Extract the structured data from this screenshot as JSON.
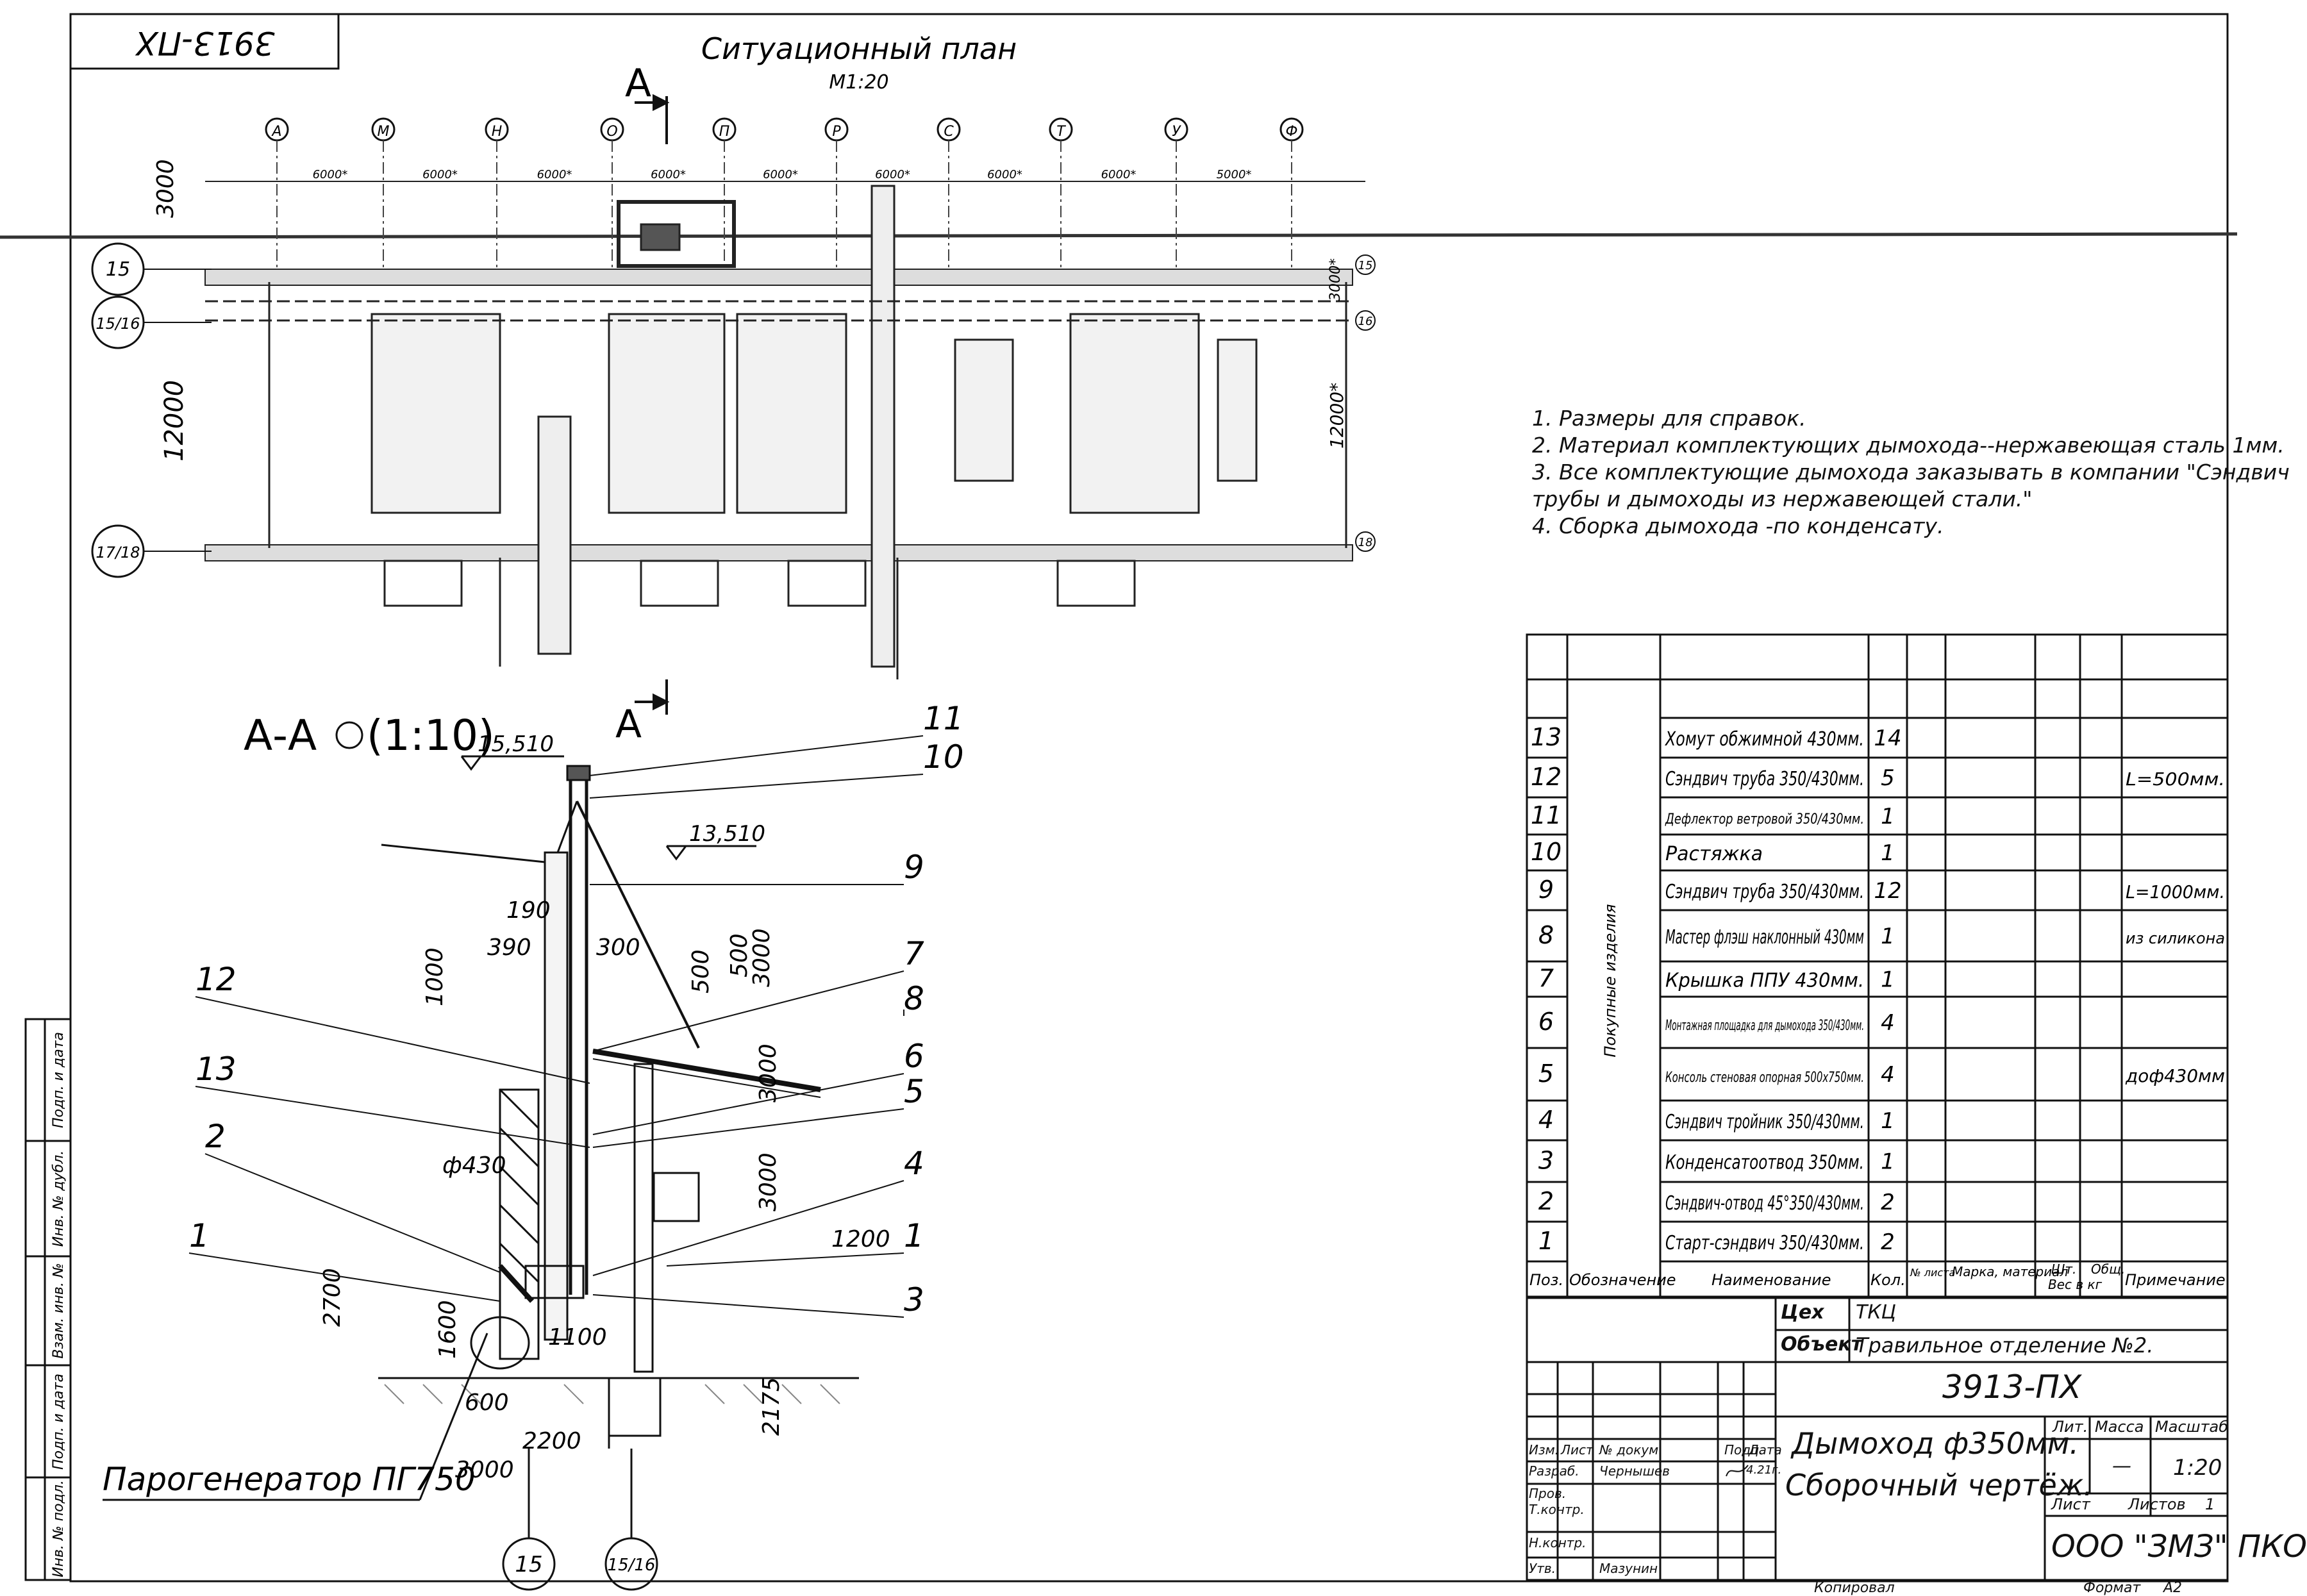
{
  "drawing_code_stamp": "3913-ПХ",
  "situation_plan": {
    "title": "Ситуационный план",
    "scale": "М1:20",
    "section_mark": "А",
    "grid_axes_top": [
      "А",
      "М",
      "Н",
      "О",
      "П",
      "Р",
      "С",
      "Т",
      "У",
      "Ф"
    ],
    "spans": [
      "6000*",
      "6000*",
      "6000*",
      "6000*",
      "6000*",
      "6000*",
      "6000*",
      "6000*",
      "5000*"
    ],
    "grid_axes_left": [
      "15",
      "15/16",
      "17/18"
    ],
    "dimension_left_top": "3000",
    "dimension_left_main": "12000",
    "dimension_right_main": "12000*",
    "dimension_right_top": "3000*",
    "axis_right_labels": [
      "15",
      "16",
      "18"
    ]
  },
  "notes": [
    "1. Размеры для справок.",
    "2. Материал комплектующих дымохода--нержавеющая сталь 1мм.",
    "3. Все комплектующие дымохода заказывать в компании \"Сэндвич",
    "трубы и дымоходы из нержавеющей стали.\"",
    "4. Сборка дымохода -по конденсату."
  ],
  "section": {
    "title": "А-А",
    "scale": "(1:10)",
    "elev_top": "15,510",
    "elev_roof": "13,510",
    "dims": [
      "190",
      "390",
      "300",
      "1000",
      "500",
      "3000",
      "500",
      "3000",
      "3000",
      "ф430",
      "1200",
      "2700",
      "1600",
      "1100",
      "600",
      "2200",
      "3000",
      "2175"
    ],
    "callouts": [
      "11",
      "10",
      "9",
      "7",
      "8",
      "12",
      "13",
      "6",
      "5",
      "2",
      "4",
      "1",
      "1",
      "3"
    ],
    "generator_label": "Парогенератор ПГ750",
    "bottom_axes": [
      "15",
      "15/16"
    ]
  },
  "spec_table": {
    "group_label": "Покупные изделия",
    "header": {
      "pos": "Поз.",
      "designation": "Обозначение",
      "name": "Наименование",
      "qty": "Кол.",
      "sheet_no": "№ листа",
      "material": "Марка, материал",
      "unit_weight": "Шт.",
      "total_weight": "Общ.",
      "weight_unit": "Вес в кг",
      "note": "Примечание"
    },
    "rows": [
      {
        "pos": "13",
        "name": "Хомут обжимной 430мм.",
        "qty": "14",
        "note": ""
      },
      {
        "pos": "12",
        "name": "Сэндвич труба 350/430мм.",
        "qty": "5",
        "note": "L=500мм."
      },
      {
        "pos": "11",
        "name": "Дефлектор ветровой 350/430мм.",
        "qty": "1",
        "note": ""
      },
      {
        "pos": "10",
        "name": "Растяжка",
        "qty": "1",
        "note": ""
      },
      {
        "pos": "9",
        "name": "Сэндвич труба 350/430мм.",
        "qty": "12",
        "note": "L=1000мм."
      },
      {
        "pos": "8",
        "name": "Мастер флэш наклонный 430мм",
        "qty": "1",
        "note": "из силикона"
      },
      {
        "pos": "7",
        "name": "Крышка ППУ 430мм.",
        "qty": "1",
        "note": ""
      },
      {
        "pos": "6",
        "name": "Монтажная площадка для дымохода 350/430мм.",
        "qty": "4",
        "note": ""
      },
      {
        "pos": "5",
        "name": "Консоль стеновая опорная 500х750мм.",
        "qty": "4",
        "note": "доф430мм"
      },
      {
        "pos": "4",
        "name": "Сэндвич тройник 350/430мм.",
        "qty": "1",
        "note": ""
      },
      {
        "pos": "3",
        "name": "Конденсатоотвод 350мм.",
        "qty": "1",
        "note": ""
      },
      {
        "pos": "2",
        "name": "Сэндвич-отвод 45°350/430мм.",
        "qty": "2",
        "note": ""
      },
      {
        "pos": "1",
        "name": "Старт-сэндвич 350/430мм.",
        "qty": "2",
        "note": ""
      }
    ]
  },
  "title_block": {
    "workshop_label": "Цех",
    "workshop": "ТКЦ",
    "object_label": "Объект",
    "object": "Травильное отделение №2.",
    "code": "3913-ПХ",
    "drawing_title_1": "Дымоход ф350мм.",
    "drawing_title_2": "Сборочный чертёж.",
    "col_headers": [
      "Изм.",
      "Лист",
      "№ докум.",
      "Подп.",
      "Дата"
    ],
    "rows": [
      {
        "role": "Разраб.",
        "name": "Чернышев",
        "date": "4.21г."
      },
      {
        "role": "Пров.",
        "name": "",
        "date": ""
      },
      {
        "role": "Т.контр.",
        "name": "",
        "date": ""
      },
      {
        "role": "Н.контр.",
        "name": "",
        "date": ""
      },
      {
        "role": "Утв.",
        "name": "Мазунин",
        "date": ""
      }
    ],
    "lit_label": "Лит.",
    "mass_label": "Масса",
    "scale_label": "Масштаб",
    "mass": "—",
    "scale": "1:20",
    "sheet_label": "Лист",
    "sheets_label": "Листов",
    "sheets": "1",
    "company": "ООО \"ЗМЗ\" ПКО",
    "copied_label": "Копировал",
    "format_label": "Формат",
    "format": "А2"
  },
  "left_strip": [
    "Подп. и дата",
    "Инв. № дубл.",
    "Взам. инв. №",
    "Подп. и дата",
    "Инв. № подл."
  ]
}
